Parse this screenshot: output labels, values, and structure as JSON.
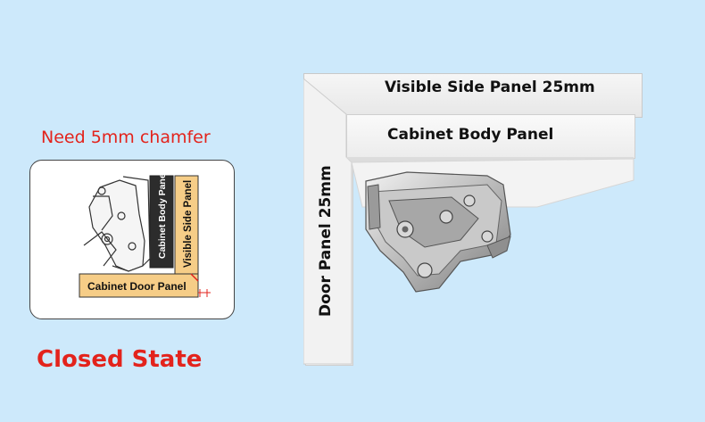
{
  "diagram": {
    "note": "Need 5mm chamfer",
    "labels": {
      "body_panel": "Cabinet Body Panel",
      "side_panel": "Visible Side Panel",
      "door_panel": "Cabinet Door Panel"
    }
  },
  "state_title": "Closed State",
  "photo": {
    "side_panel_label": "Visible Side Panel 25mm",
    "body_panel_label": "Cabinet Body Panel",
    "door_panel_label": "Door Panel 25mm"
  },
  "colors": {
    "background": "#cde9fb",
    "accent_red": "#e3231c",
    "panel_tan": "#f6cd87",
    "panel_dark": "#2c2c2c"
  }
}
